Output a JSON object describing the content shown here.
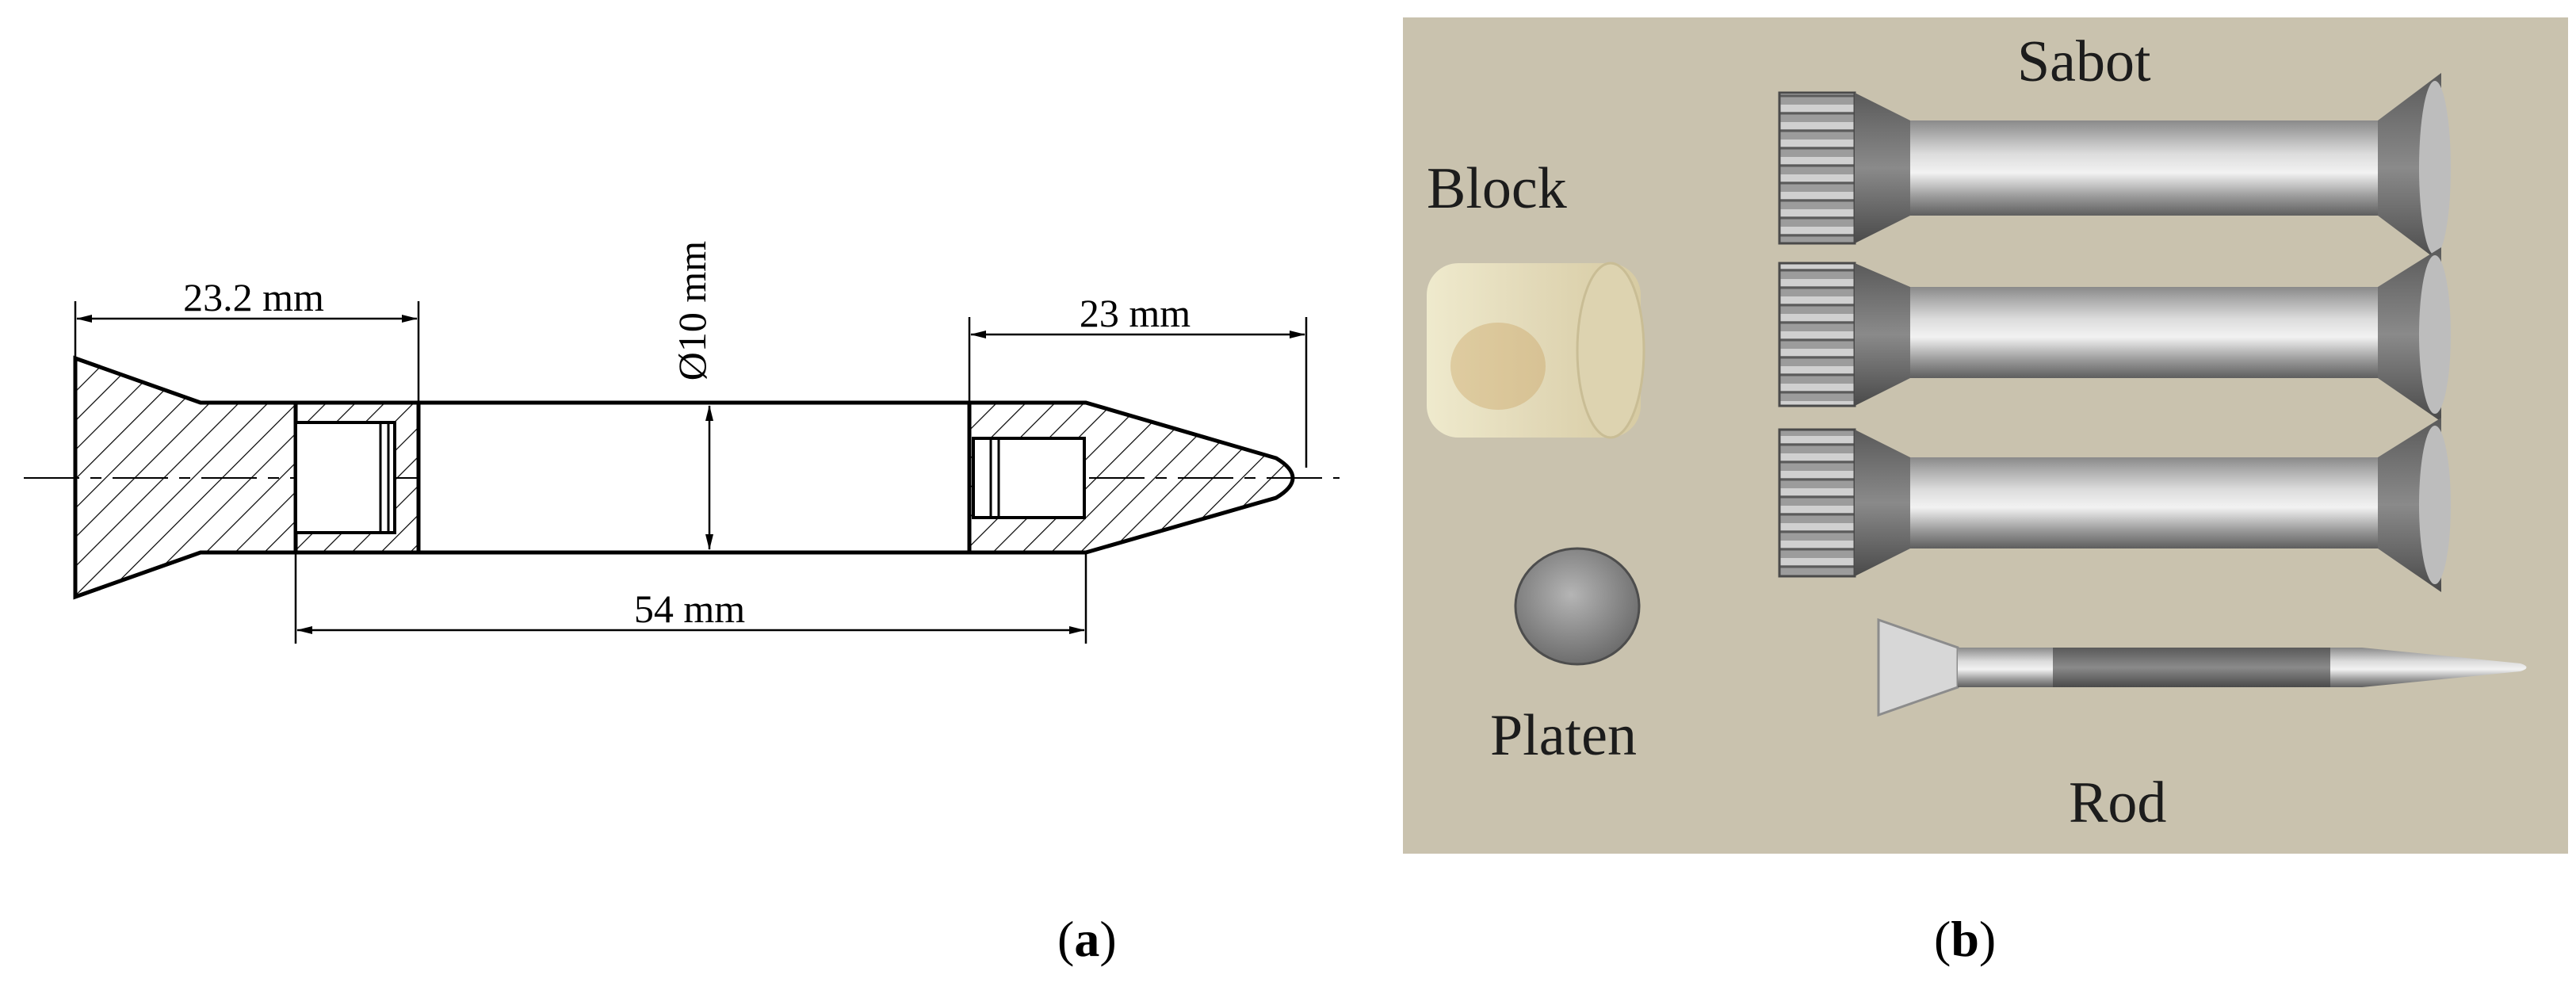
{
  "diagram_a": {
    "dims": {
      "flare_length": "23.2 mm",
      "diameter": "Ø10 mm",
      "tip_length": "23 mm",
      "total_length": "54 mm"
    }
  },
  "photo_b": {
    "labels": {
      "block": "Block",
      "sabot": "Sabot",
      "platen": "Platen",
      "rod": "Rod"
    },
    "colors": {
      "background": "#c9c2ae",
      "metal_dark": "#6b6b6b",
      "metal_light": "#c8c8c8",
      "block": "#e9e4c8"
    }
  },
  "captions": {
    "a": {
      "open": "(",
      "letter": "a",
      "close": ")"
    },
    "b": {
      "open": "(",
      "letter": "b",
      "close": ")"
    }
  }
}
